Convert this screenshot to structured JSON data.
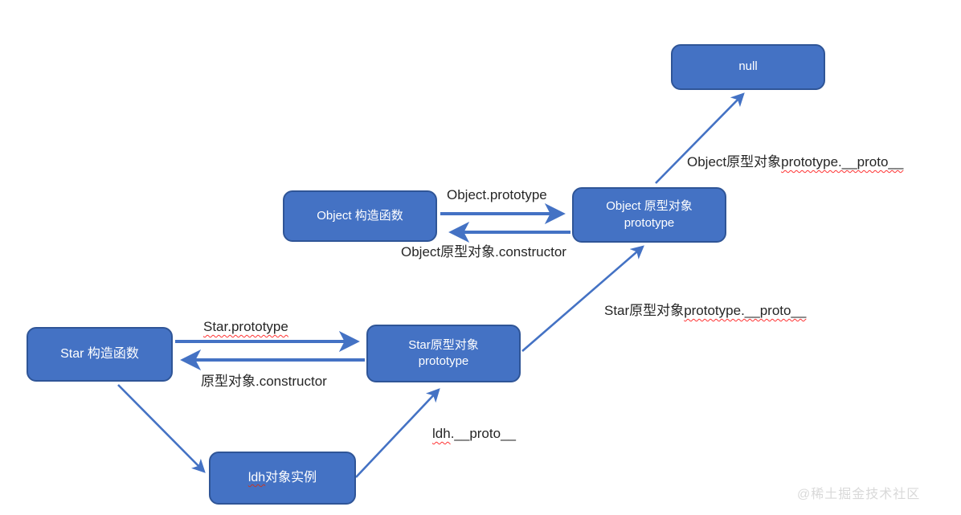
{
  "nodes": {
    "null_box": {
      "label": "null"
    },
    "object_constructor": {
      "label": "Object 构造函数"
    },
    "object_prototype": {
      "line1": "Object 原型对象",
      "line2": "prototype"
    },
    "star_constructor": {
      "label": "Star 构造函数"
    },
    "star_prototype": {
      "line1": "Star原型对象",
      "line2": "prototype"
    },
    "ldh_instance": {
      "underlined": "ldh",
      "rest": " 对象实例"
    }
  },
  "edge_labels": {
    "object_prototype_edge": {
      "text": "Object.prototype"
    },
    "object_constructor_edge": {
      "text": "Object原型对象.constructor"
    },
    "object_proto_edge": {
      "plain": "Object原型对象",
      "underlined": "prototype.__proto__"
    },
    "star_prototype_edge": {
      "underlined": "Star.prototype"
    },
    "star_constructor_edge": {
      "text": "原型对象.constructor"
    },
    "star_proto_edge": {
      "plain": "Star原型对象",
      "underlined": "prototype.__proto__"
    },
    "ldh_proto_edge": {
      "underlined": "ldh",
      "plain": ".__proto__"
    }
  },
  "watermark": "@稀土掘金技术社区",
  "colors": {
    "box_fill": "#4472C4",
    "box_border": "#2F5597",
    "arrow": "#4472C4",
    "box_text": "#FFFFFF",
    "label_text": "#262626",
    "squiggle_red": "#FF3333",
    "watermark_gray": "#D9D9D9"
  }
}
